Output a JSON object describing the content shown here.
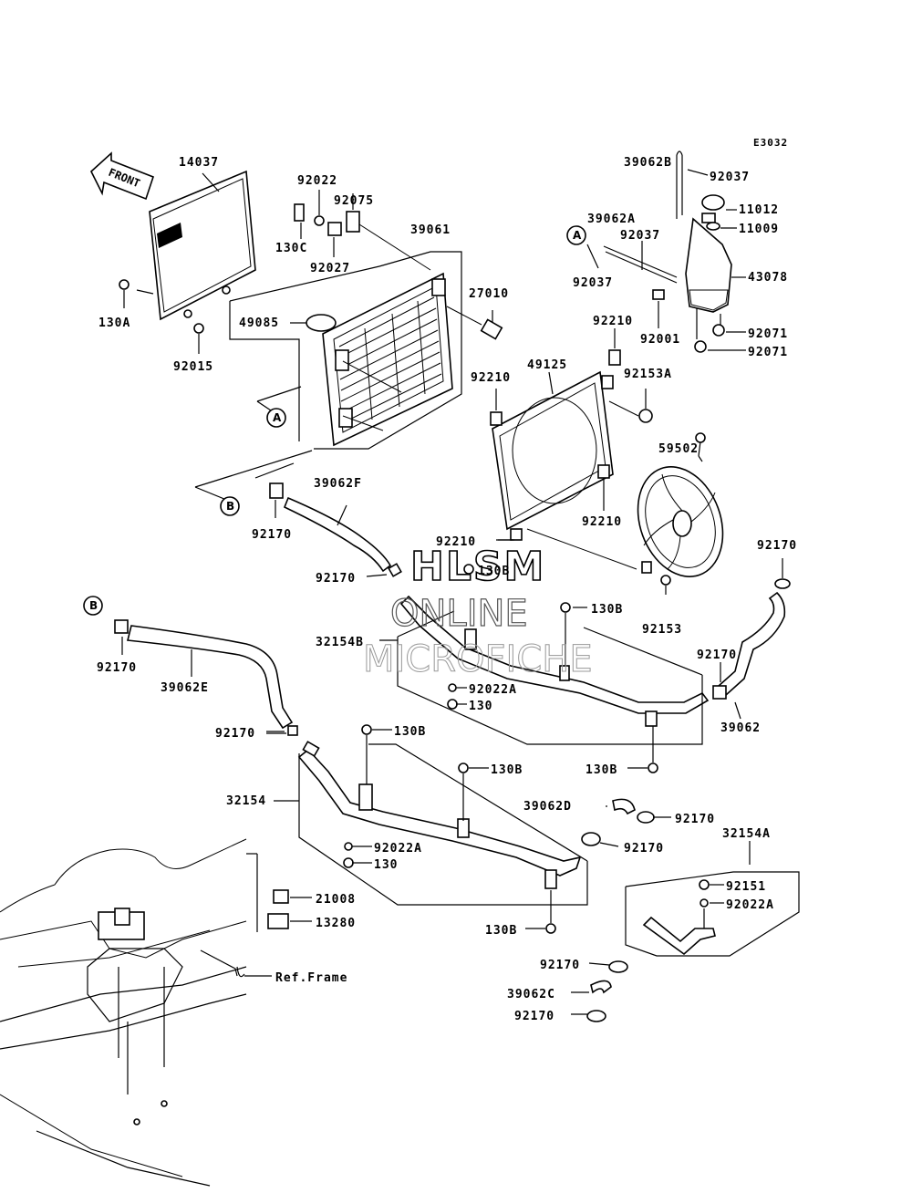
{
  "diagram_code": "E3032",
  "front_label": "FRONT",
  "watermark": {
    "line1": "HLSM",
    "line2": "ONLINE",
    "line3": "MICROFICHE"
  },
  "callouts": {
    "a": "A",
    "b": "B"
  },
  "ref_frame": "Ref.Frame",
  "parts": {
    "p14037": "14037",
    "p130A": "130A",
    "p92015": "92015",
    "p92022_top": "92022",
    "p92075": "92075",
    "p130C": "130C",
    "p92027": "92027",
    "p39061": "39061",
    "p27010": "27010",
    "p49085": "49085",
    "p39062B": "39062B",
    "p92037_a": "92037",
    "p11012": "11012",
    "p11009": "11009",
    "p39062A": "39062A",
    "p92037_b": "92037",
    "p92037_c": "92037",
    "p43078": "43078",
    "p92001": "92001",
    "p92071_a": "92071",
    "p92071_b": "92071",
    "p92210_a": "92210",
    "p49125": "49125",
    "p92210_b": "92210",
    "p92153A": "92153A",
    "p59502": "59502",
    "p92210_c": "92210",
    "p92210_d": "92210",
    "p39062F": "39062F",
    "p92170_a": "92170",
    "p92170_b": "92170",
    "p130B_a": "130B",
    "p130B_b": "130B",
    "p92153": "92153",
    "p92170_c": "92170",
    "p92170_d": "92170",
    "p39062E": "39062E",
    "p32154B": "32154B",
    "p92022A_a": "92022A",
    "p130_a": "130",
    "p92170_e": "92170",
    "p39062": "39062",
    "p92170_f": "92170",
    "p130B_c": "130B",
    "p130B_d": "130B",
    "p130B_e": "130B",
    "p32154": "32154",
    "p39062D": "39062D",
    "p92170_g": "92170",
    "p92170_h": "92170",
    "p32154A": "32154A",
    "p92022A_b": "92022A",
    "p130_b": "130",
    "p92151": "92151",
    "p92022A_c": "92022A",
    "p21008": "21008",
    "p13280": "13280",
    "p130B_f": "130B",
    "p92170_i": "92170",
    "p39062C": "39062C",
    "p92170_j": "92170"
  }
}
